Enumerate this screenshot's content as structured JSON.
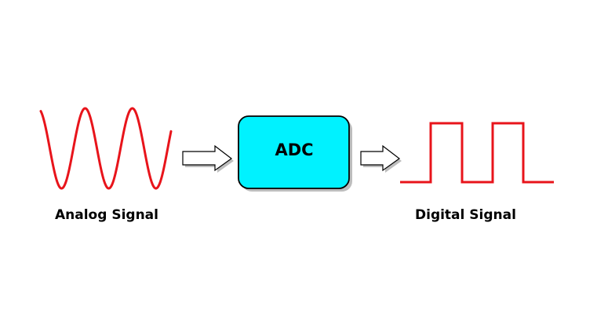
{
  "labels": {
    "analog": "Analog Signal",
    "adc": "ADC",
    "digital": "Digital Signal"
  },
  "colors": {
    "signal": "#e8141b",
    "adc_fill": "#00f2ff",
    "adc_stroke": "#000000",
    "arrow_fill": "#ffffff",
    "arrow_stroke": "#000000",
    "shadow": "#bdbdbd"
  }
}
